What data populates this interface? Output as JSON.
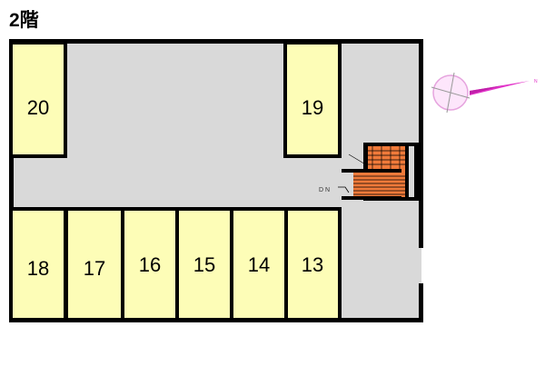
{
  "floor": {
    "label": "2階"
  },
  "stair": {
    "label": "D N"
  },
  "units": [
    {
      "id": "20"
    },
    {
      "id": "19"
    },
    {
      "id": "18"
    },
    {
      "id": "17"
    },
    {
      "id": "16"
    },
    {
      "id": "15"
    },
    {
      "id": "14"
    },
    {
      "id": "13"
    }
  ],
  "colors": {
    "unit_fill": "#fdfdb7",
    "corridor": "#d9d9d9",
    "wall": "#000000",
    "stair": "#f07a3a",
    "compass": "#e234c9"
  },
  "compass": {
    "north_label": "N"
  }
}
